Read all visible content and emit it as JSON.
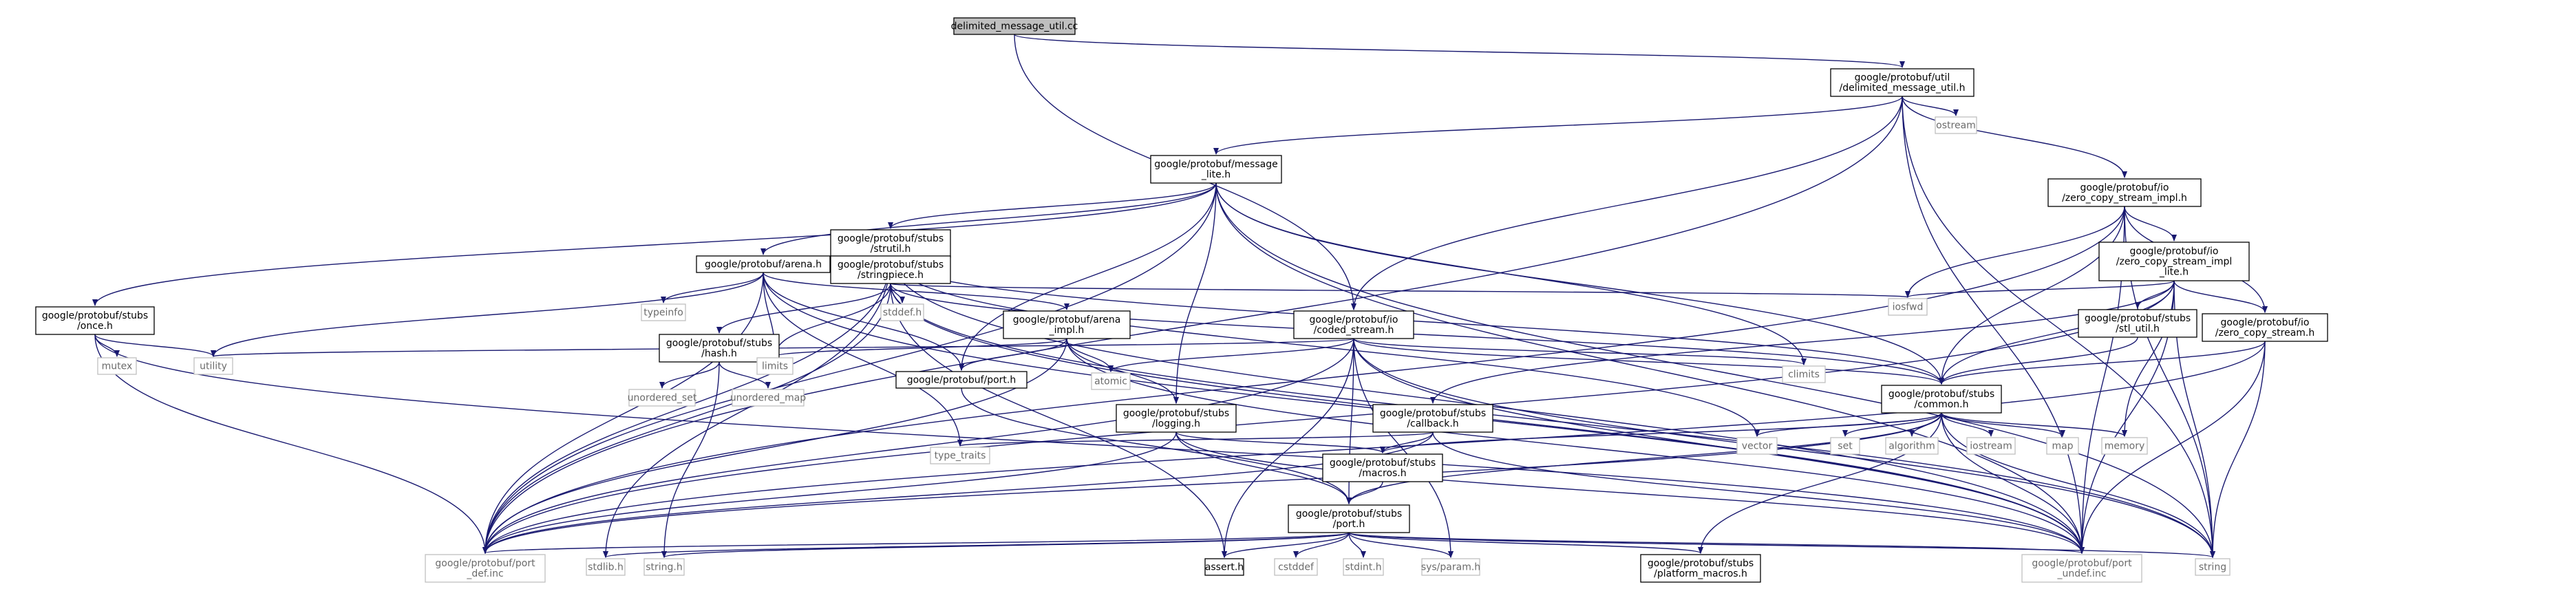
{
  "page": {
    "title": "delimited_message_util.cc"
  },
  "colors": {
    "root_fill": "#bfbfbf",
    "local_fill": "#ffffff",
    "local_stroke": "#000000",
    "system_stroke": "#bfbfbf",
    "system_text": "#6b6b6b",
    "edge": "#191970"
  },
  "nodes": [
    {
      "id": "root",
      "lines": [
        "delimited_message_util.cc"
      ],
      "kind": "root"
    },
    {
      "id": "dmu",
      "lines": [
        "google/protobuf/util",
        "/delimited_message_util.h"
      ],
      "kind": "local"
    },
    {
      "id": "ostream",
      "lines": [
        "ostream"
      ],
      "kind": "system"
    },
    {
      "id": "msglite",
      "lines": [
        "google/protobuf/message",
        "_lite.h"
      ],
      "kind": "local"
    },
    {
      "id": "zcsimpl",
      "lines": [
        "google/protobuf/io",
        "/zero_copy_stream_impl.h"
      ],
      "kind": "local"
    },
    {
      "id": "strutil",
      "lines": [
        "google/protobuf/stubs",
        "/strutil.h"
      ],
      "kind": "local"
    },
    {
      "id": "arena",
      "lines": [
        "google/protobuf/arena.h"
      ],
      "kind": "local"
    },
    {
      "id": "stringpiece",
      "lines": [
        "google/protobuf/stubs",
        "/stringpiece.h"
      ],
      "kind": "local"
    },
    {
      "id": "zcsimpllite",
      "lines": [
        "google/protobuf/io",
        "/zero_copy_stream_impl",
        "_lite.h"
      ],
      "kind": "local"
    },
    {
      "id": "once",
      "lines": [
        "google/protobuf/stubs",
        "/once.h"
      ],
      "kind": "local"
    },
    {
      "id": "typeinfo",
      "lines": [
        "typeinfo"
      ],
      "kind": "system"
    },
    {
      "id": "stddef",
      "lines": [
        "stddef.h"
      ],
      "kind": "system"
    },
    {
      "id": "hash",
      "lines": [
        "google/protobuf/stubs",
        "/hash.h"
      ],
      "kind": "local"
    },
    {
      "id": "arenaimpl",
      "lines": [
        "google/protobuf/arena",
        "_impl.h"
      ],
      "kind": "local"
    },
    {
      "id": "coded",
      "lines": [
        "google/protobuf/io",
        "/coded_stream.h"
      ],
      "kind": "local"
    },
    {
      "id": "iosfwd",
      "lines": [
        "iosfwd"
      ],
      "kind": "system"
    },
    {
      "id": "stlutil",
      "lines": [
        "google/protobuf/stubs",
        "/stl_util.h"
      ],
      "kind": "local"
    },
    {
      "id": "zcs",
      "lines": [
        "google/protobuf/io",
        "/zero_copy_stream.h"
      ],
      "kind": "local"
    },
    {
      "id": "mutex",
      "lines": [
        "mutex"
      ],
      "kind": "system"
    },
    {
      "id": "utility",
      "lines": [
        "utility"
      ],
      "kind": "system"
    },
    {
      "id": "unordset",
      "lines": [
        "unordered_set"
      ],
      "kind": "system"
    },
    {
      "id": "unordmap",
      "lines": [
        "unordered_map"
      ],
      "kind": "system"
    },
    {
      "id": "limits",
      "lines": [
        "limits"
      ],
      "kind": "system"
    },
    {
      "id": "atomic",
      "lines": [
        "atomic"
      ],
      "kind": "system"
    },
    {
      "id": "portinc",
      "lines": [
        "google/protobuf/port.h"
      ],
      "kind": "local"
    },
    {
      "id": "logging",
      "lines": [
        "google/protobuf/stubs",
        "/logging.h"
      ],
      "kind": "local"
    },
    {
      "id": "callback",
      "lines": [
        "google/protobuf/stubs",
        "/callback.h"
      ],
      "kind": "local"
    },
    {
      "id": "climits",
      "lines": [
        "climits"
      ],
      "kind": "system"
    },
    {
      "id": "common",
      "lines": [
        "google/protobuf/stubs",
        "/common.h"
      ],
      "kind": "local"
    },
    {
      "id": "typetraits",
      "lines": [
        "type_traits"
      ],
      "kind": "system"
    },
    {
      "id": "macros",
      "lines": [
        "google/protobuf/stubs",
        "/macros.h"
      ],
      "kind": "local"
    },
    {
      "id": "vector",
      "lines": [
        "vector"
      ],
      "kind": "system"
    },
    {
      "id": "set",
      "lines": [
        "set"
      ],
      "kind": "system"
    },
    {
      "id": "algorithm",
      "lines": [
        "algorithm"
      ],
      "kind": "system"
    },
    {
      "id": "iostream",
      "lines": [
        "iostream"
      ],
      "kind": "system"
    },
    {
      "id": "map",
      "lines": [
        "map"
      ],
      "kind": "system"
    },
    {
      "id": "memory",
      "lines": [
        "memory"
      ],
      "kind": "system"
    },
    {
      "id": "stubsport",
      "lines": [
        "google/protobuf/stubs",
        "/port.h"
      ],
      "kind": "local"
    },
    {
      "id": "portdef",
      "lines": [
        "google/protobuf/port",
        "_def.inc"
      ],
      "kind": "system"
    },
    {
      "id": "stdlib",
      "lines": [
        "stdlib.h"
      ],
      "kind": "system"
    },
    {
      "id": "stringh",
      "lines": [
        "string.h"
      ],
      "kind": "system"
    },
    {
      "id": "assert",
      "lines": [
        "assert.h"
      ],
      "kind": "local"
    },
    {
      "id": "cstddef",
      "lines": [
        "cstddef"
      ],
      "kind": "system"
    },
    {
      "id": "stdint",
      "lines": [
        "stdint.h"
      ],
      "kind": "system"
    },
    {
      "id": "sysparam",
      "lines": [
        "sys/param.h"
      ],
      "kind": "system"
    },
    {
      "id": "platform",
      "lines": [
        "google/protobuf/stubs",
        "/platform_macros.h"
      ],
      "kind": "local"
    },
    {
      "id": "portundef",
      "lines": [
        "google/protobuf/port",
        "_undef.inc"
      ],
      "kind": "system"
    },
    {
      "id": "string",
      "lines": [
        "string"
      ],
      "kind": "system"
    }
  ],
  "edges": [
    [
      "root",
      "dmu"
    ],
    [
      "root",
      "coded"
    ],
    [
      "dmu",
      "ostream"
    ],
    [
      "dmu",
      "msglite"
    ],
    [
      "dmu",
      "zcsimpl"
    ],
    [
      "dmu",
      "coded"
    ],
    [
      "dmu",
      "string"
    ],
    [
      "dmu",
      "portundef"
    ],
    [
      "dmu",
      "portdef"
    ],
    [
      "msglite",
      "strutil"
    ],
    [
      "msglite",
      "arena"
    ],
    [
      "msglite",
      "once"
    ],
    [
      "msglite",
      "logging"
    ],
    [
      "msglite",
      "portinc"
    ],
    [
      "msglite",
      "common"
    ],
    [
      "msglite",
      "climits"
    ],
    [
      "msglite",
      "string"
    ],
    [
      "msglite",
      "portundef"
    ],
    [
      "msglite",
      "portdef"
    ],
    [
      "zcsimpl",
      "zcsimpllite"
    ],
    [
      "zcsimpl",
      "zcs"
    ],
    [
      "zcsimpl",
      "common"
    ],
    [
      "zcsimpl",
      "iosfwd"
    ],
    [
      "zcsimpl",
      "string"
    ],
    [
      "zcsimpl",
      "portundef"
    ],
    [
      "zcsimpl",
      "portdef"
    ],
    [
      "strutil",
      "stringpiece"
    ],
    [
      "strutil",
      "common"
    ],
    [
      "strutil",
      "vector"
    ],
    [
      "strutil",
      "stdlib"
    ],
    [
      "strutil",
      "portdef"
    ],
    [
      "strutil",
      "portundef"
    ],
    [
      "arena",
      "arenaimpl"
    ],
    [
      "arena",
      "limits"
    ],
    [
      "arena",
      "typeinfo"
    ],
    [
      "arena",
      "utility"
    ],
    [
      "arena",
      "typetraits"
    ],
    [
      "arena",
      "portinc"
    ],
    [
      "arena",
      "portdef"
    ],
    [
      "arena",
      "portundef"
    ],
    [
      "stringpiece",
      "hash"
    ],
    [
      "stringpiece",
      "stddef"
    ],
    [
      "stringpiece",
      "iosfwd"
    ],
    [
      "stringpiece",
      "limits"
    ],
    [
      "stringpiece",
      "string"
    ],
    [
      "stringpiece",
      "common"
    ],
    [
      "stringpiece",
      "assert"
    ],
    [
      "stringpiece",
      "portdef"
    ],
    [
      "stringpiece",
      "portundef"
    ],
    [
      "zcsimpllite",
      "zcs"
    ],
    [
      "zcsimpllite",
      "callback"
    ],
    [
      "zcsimpllite",
      "common"
    ],
    [
      "zcsimpllite",
      "stlutil"
    ],
    [
      "zcsimpllite",
      "iosfwd"
    ],
    [
      "zcsimpllite",
      "memory"
    ],
    [
      "zcsimpllite",
      "string"
    ],
    [
      "zcsimpllite",
      "portdef"
    ],
    [
      "zcsimpllite",
      "portundef"
    ],
    [
      "once",
      "mutex"
    ],
    [
      "once",
      "utility"
    ],
    [
      "once",
      "portdef"
    ],
    [
      "once",
      "portundef"
    ],
    [
      "hash",
      "unordset"
    ],
    [
      "hash",
      "unordmap"
    ],
    [
      "hash",
      "stringh"
    ],
    [
      "arenaimpl",
      "atomic"
    ],
    [
      "arenaimpl",
      "limits"
    ],
    [
      "arenaimpl",
      "logging"
    ],
    [
      "arenaimpl",
      "portinc"
    ],
    [
      "arenaimpl",
      "portdef"
    ],
    [
      "arenaimpl",
      "portundef"
    ],
    [
      "coded",
      "assert"
    ],
    [
      "coded",
      "atomic"
    ],
    [
      "coded",
      "climits"
    ],
    [
      "coded",
      "string"
    ],
    [
      "coded",
      "utility"
    ],
    [
      "coded",
      "common"
    ],
    [
      "coded",
      "stubsport"
    ],
    [
      "coded",
      "sysparam"
    ],
    [
      "coded",
      "portdef"
    ],
    [
      "coded",
      "portundef"
    ],
    [
      "stlutil",
      "common"
    ],
    [
      "zcs",
      "common"
    ],
    [
      "zcs",
      "string"
    ],
    [
      "zcs",
      "portdef"
    ],
    [
      "zcs",
      "portundef"
    ],
    [
      "portinc",
      "stubsport"
    ],
    [
      "logging",
      "macros"
    ],
    [
      "logging",
      "stubsport"
    ],
    [
      "logging",
      "portdef"
    ],
    [
      "logging",
      "portundef"
    ],
    [
      "callback",
      "typetraits"
    ],
    [
      "callback",
      "macros"
    ],
    [
      "callback",
      "portdef"
    ],
    [
      "callback",
      "portundef"
    ],
    [
      "common",
      "algorithm"
    ],
    [
      "common",
      "iostream"
    ],
    [
      "common",
      "map"
    ],
    [
      "common",
      "memory"
    ],
    [
      "common",
      "set"
    ],
    [
      "common",
      "string"
    ],
    [
      "common",
      "vector"
    ],
    [
      "common",
      "macros"
    ],
    [
      "common",
      "platform"
    ],
    [
      "common",
      "stubsport"
    ],
    [
      "common",
      "portdef"
    ],
    [
      "common",
      "portundef"
    ],
    [
      "macros",
      "stubsport"
    ],
    [
      "stubsport",
      "assert"
    ],
    [
      "stubsport",
      "cstddef"
    ],
    [
      "stubsport",
      "stdint"
    ],
    [
      "stubsport",
      "stdlib"
    ],
    [
      "stubsport",
      "stringh"
    ],
    [
      "stubsport",
      "sysparam"
    ],
    [
      "stubsport",
      "platform"
    ],
    [
      "stubsport",
      "string"
    ],
    [
      "stubsport",
      "portdef"
    ],
    [
      "stubsport",
      "portundef"
    ]
  ]
}
